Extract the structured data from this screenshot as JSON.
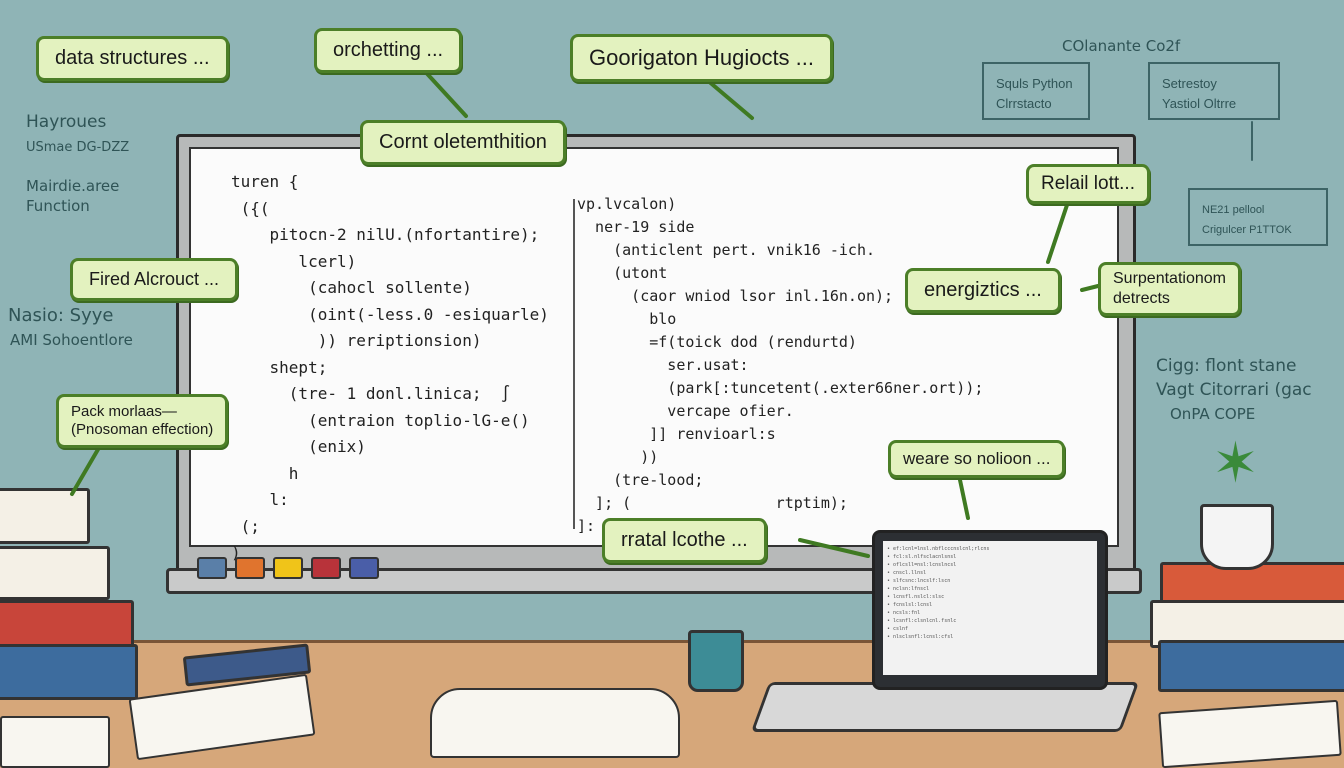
{
  "colors": {
    "background": "#8fb4b6",
    "callout_fill": "#e3f2bf",
    "callout_border": "#4c7f28",
    "desk": "#d6a77a"
  },
  "callouts": {
    "data_structures": "data structures ...",
    "orchetting": "orchetting ...",
    "goorigaton": "Goorigaton Hugiocts ...",
    "cornt": "Cornt oletemthition",
    "fired": "Fired Alcrouct ...",
    "pack_line1": "Pack morlaas—",
    "pack_line2": "(Pnosoman effection)",
    "relail": "Relail lott...",
    "energiztics": "energiztics ...",
    "surpentation_line1": "Surpentationom",
    "surpentation_line2": "detrects",
    "weare": "weare so nolioon ...",
    "rratal": "rratal lcothe ..."
  },
  "wall_notes": {
    "left": [
      "Hayroues",
      "USmae DG-DZZ",
      "Mairdie.aree",
      "Function",
      "Nasio: Syye",
      "AMI Sohoentlore"
    ],
    "right": [
      "Cigg: flont stane",
      "Vagt Citorrari (gac",
      "OnPA COPE"
    ]
  },
  "diagram": {
    "title": "COlanante Co2f",
    "box1": [
      "Squls Python",
      "Clrrstacto"
    ],
    "box2": [
      "Setrestoy",
      "Yastiol Oltrre"
    ],
    "box3": [
      "NE21 pellool",
      "Crigulcer P1TTOK"
    ]
  },
  "code_left": [
    "turen {",
    " ({(",
    "    pitocn-2 nilU.(nfortantire);",
    "       lcerl)",
    "        (cahocl sollente)",
    "        (oint(-less.0 -esiquarle)",
    "         )) reriptionsion)",
    "    shept;",
    "      (tre- 1 donl.linica;  ∫",
    "        (entraion toplio-lG-e()",
    "        (enix)",
    "      h",
    "    l:",
    " (;",
    ")"
  ],
  "code_right": [
    "vp.lvcalon)",
    "  ner-19 side",
    "    (anticlent pert. vnik16 -ich.",
    "    (utont",
    "      (caor wniod lsor inl.16n.on);",
    "        blo",
    "        =f(toick dod (rendurtd)",
    "          ser.usat:",
    "          (park[:tuncetent(.exter66ner.ort));",
    "          vercape ofier.",
    "        ]] renvioarl:s",
    "       ))",
    "    (tre-lood;",
    "  ]; (                rtptim);",
    "]:"
  ],
  "laptop_lines": [
    "• ef:lcnl=lnsl.nbflcccnslcnl;rlcns",
    "  • fcl:sl.nlfsclacnlsnsl",
    "    • oflcsll=nsl:lcnslncsl",
    "      • cnscl.llnsl",
    "        • slfcsnc:lncslf:lscn",
    "      • nclsn:lfnscl",
    "      • lcnsfl.nslcl:slsc",
    "        • fcnslsl:lcnsl",
    "    • ncsls:fnl",
    "  • lcsnfl:clsnlcnl.fsnlc",
    "  • cslnf",
    "• nlsclsnfl:lcnsl:cfsl"
  ],
  "markers": [
    "#5a7fa8",
    "#e0742e",
    "#f0c419",
    "#b8333a",
    "#4a5ea8"
  ]
}
